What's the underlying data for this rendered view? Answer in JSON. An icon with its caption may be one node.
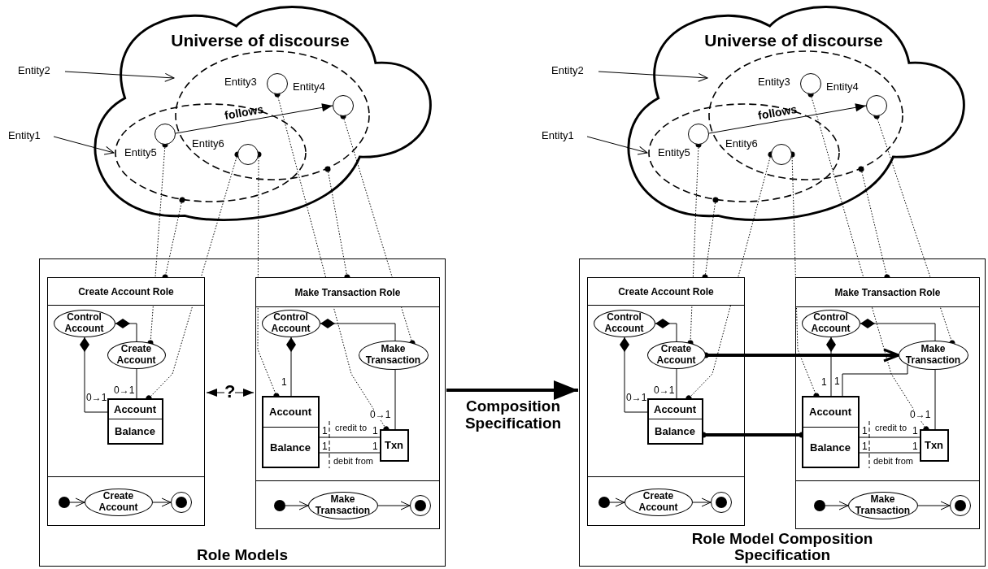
{
  "diagram": {
    "nodes": [
      {
        "text": [
          "Universe of discourse"
        ]
      },
      {
        "text": [
          "Entity2"
        ]
      },
      {
        "text": [
          "Entity1"
        ]
      },
      {
        "text": [],
        "shape": "ellipse",
        "in": 0
      },
      {
        "text": [],
        "shape": "ellipse",
        "in": 0
      },
      {
        "text": [],
        "shape": "circle",
        "beside": [
          "Entity3"
        ],
        "in": 3
      },
      {
        "text": [],
        "shape": "circle",
        "beside": [
          "Entity4"
        ],
        "in": 3
      },
      {
        "text": [],
        "shape": "circle",
        "beside": [
          "Entity5"
        ],
        "in": 4
      },
      {
        "text": [],
        "shape": "circle",
        "beside": [
          "Entity6"
        ]
      },
      {
        "text": [
          "Role Models"
        ]
      },
      {
        "text": [
          "Create Account Role"
        ],
        "in": 9
      },
      {
        "text": [
          "Control Account"
        ],
        "in": 10
      },
      {
        "text": [
          "Create Account"
        ],
        "in": 10
      },
      {
        "text": [
          "Account",
          "Balance"
        ],
        "in": 10
      },
      {
        "text": [],
        "shape": "circle",
        "in": 10
      },
      {
        "text": [
          "Create Account"
        ],
        "in": 10
      },
      {
        "text": [],
        "shape": "circle",
        "in": 10
      },
      {
        "text": [
          "Make Transaction Role"
        ],
        "in": 9
      },
      {
        "text": [
          "Control Account"
        ],
        "in": 17
      },
      {
        "text": [
          "Make Transaction"
        ],
        "in": 17
      },
      {
        "text": [
          "Account",
          "Balance"
        ],
        "in": 17
      },
      {
        "text": [
          "Txn"
        ],
        "in": 17
      },
      {
        "text": [],
        "shape": "circle",
        "in": 17
      },
      {
        "text": [
          "Make Transaction"
        ],
        "in": 17
      },
      {
        "text": [],
        "shape": "circle",
        "in": 17
      },
      {
        "text": [
          "Universe of discourse"
        ]
      },
      {
        "text": [
          "Entity2"
        ]
      },
      {
        "text": [
          "Entity1"
        ]
      },
      {
        "text": [],
        "shape": "ellipse",
        "in": 25
      },
      {
        "text": [],
        "shape": "ellipse",
        "in": 25
      },
      {
        "text": [],
        "shape": "circle",
        "beside": [
          "Entity3"
        ],
        "in": 28
      },
      {
        "text": [],
        "shape": "circle",
        "beside": [
          "Entity4"
        ],
        "in": 28
      },
      {
        "text": [],
        "shape": "circle",
        "beside": [
          "Entity5"
        ],
        "in": 29
      },
      {
        "text": [],
        "shape": "circle",
        "beside": [
          "Entity6"
        ]
      },
      {
        "text": [
          "Role Model Composition Specification"
        ]
      },
      {
        "text": [
          "Create Account Role"
        ],
        "in": 34
      },
      {
        "text": [
          "Control Account"
        ],
        "in": 35
      },
      {
        "text": [
          "Create Account"
        ],
        "in": 35
      },
      {
        "text": [
          "Account",
          "Balance"
        ],
        "in": 35
      },
      {
        "text": [],
        "shape": "circle",
        "in": 35
      },
      {
        "text": [
          "Create Account"
        ],
        "in": 35
      },
      {
        "text": [],
        "shape": "circle",
        "in": 35
      },
      {
        "text": [
          "Make Transaction Role"
        ],
        "in": 34
      },
      {
        "text": [
          "Control Account"
        ],
        "in": 42
      },
      {
        "text": [
          "Make Transaction"
        ],
        "in": 42
      },
      {
        "text": [
          "Account",
          "Balance"
        ],
        "in": 42
      },
      {
        "text": [
          "Txn"
        ],
        "in": 42
      },
      {
        "text": [],
        "shape": "circle",
        "in": 42
      },
      {
        "text": [
          "Make Transaction"
        ],
        "in": 42
      },
      {
        "text": [],
        "shape": "circle",
        "in": 42
      }
    ],
    "edges": [
      {
        "from": 1,
        "to": 3,
        "arrow": "to"
      },
      {
        "from": 2,
        "to": 4,
        "arrow": "to"
      },
      {
        "from": 7,
        "to": 6,
        "arrow": "to",
        "label": "follows"
      },
      {
        "from": 12,
        "to": 11,
        "arrow": "other"
      },
      {
        "from": 13,
        "to": 11,
        "arrow": "other",
        "label": "0→1"
      },
      {
        "from": 12,
        "to": 13,
        "arrow": "none",
        "label": "0→1"
      },
      {
        "from": 14,
        "to": 15,
        "arrow": "to"
      },
      {
        "from": 15,
        "to": 16,
        "arrow": "to"
      },
      {
        "from": 19,
        "to": 18,
        "arrow": "other"
      },
      {
        "from": 20,
        "to": 18,
        "arrow": "other",
        "label": "1"
      },
      {
        "from": 19,
        "to": 21,
        "arrow": "none",
        "label": "0→1"
      },
      {
        "from": 20,
        "to": 21,
        "arrow": "none",
        "label": "credit to"
      },
      {
        "from": 20,
        "to": 21,
        "arrow": "none",
        "label": "debit from"
      },
      {
        "from": 22,
        "to": 23,
        "arrow": "to"
      },
      {
        "from": 23,
        "to": 24,
        "arrow": "to"
      },
      {
        "from": 10,
        "to": 17,
        "arrow": "both",
        "label": "?"
      },
      {
        "from": 4,
        "to": 10,
        "arrow": "other",
        "style": "dashed"
      },
      {
        "from": 7,
        "to": 12,
        "arrow": "other",
        "style": "dashed"
      },
      {
        "from": 8,
        "to": 13,
        "arrow": "other",
        "style": "dashed"
      },
      {
        "from": 8,
        "to": 20,
        "arrow": "other",
        "style": "dashed"
      },
      {
        "from": 5,
        "to": 21,
        "arrow": "other",
        "style": "dashed"
      },
      {
        "from": 3,
        "to": 17,
        "arrow": "other",
        "style": "dashed"
      },
      {
        "from": 6,
        "to": 19,
        "arrow": "other",
        "style": "dashed"
      },
      {
        "from": 9,
        "to": 34,
        "arrow": "to",
        "label": "Composition Specification",
        "style": "thick"
      },
      {
        "from": 26,
        "to": 28,
        "arrow": "to"
      },
      {
        "from": 27,
        "to": 29,
        "arrow": "to"
      },
      {
        "from": 32,
        "to": 31,
        "arrow": "to",
        "label": "follows"
      },
      {
        "from": 37,
        "to": 36,
        "arrow": "other"
      },
      {
        "from": 38,
        "to": 36,
        "arrow": "other",
        "label": "0→1"
      },
      {
        "from": 37,
        "to": 38,
        "arrow": "none",
        "label": "0→1"
      },
      {
        "from": 39,
        "to": 40,
        "arrow": "to"
      },
      {
        "from": 40,
        "to": 41,
        "arrow": "to"
      },
      {
        "from": 44,
        "to": 43,
        "arrow": "other"
      },
      {
        "from": 45,
        "to": 43,
        "arrow": "other",
        "label": "1"
      },
      {
        "from": 44,
        "to": 46,
        "arrow": "none",
        "label": "0→1"
      },
      {
        "from": 45,
        "to": 46,
        "arrow": "none",
        "label": "credit to"
      },
      {
        "from": 45,
        "to": 46,
        "arrow": "none",
        "label": "debit from"
      },
      {
        "from": 47,
        "to": 48,
        "arrow": "to"
      },
      {
        "from": 48,
        "to": 49,
        "arrow": "to"
      },
      {
        "from": 29,
        "to": 35,
        "arrow": "other",
        "style": "dashed"
      },
      {
        "from": 32,
        "to": 37,
        "arrow": "other",
        "style": "dashed"
      },
      {
        "from": 33,
        "to": 38,
        "arrow": "other",
        "style": "dashed"
      },
      {
        "from": 33,
        "to": 45,
        "arrow": "other",
        "style": "dashed"
      },
      {
        "from": 30,
        "to": 46,
        "arrow": "other",
        "style": "dashed"
      },
      {
        "from": 28,
        "to": 42,
        "arrow": "other",
        "style": "dashed"
      },
      {
        "from": 31,
        "to": 44,
        "arrow": "other",
        "style": "dashed"
      },
      {
        "from": 37,
        "to": 44,
        "arrow": "to",
        "style": "thick"
      },
      {
        "from": 38,
        "to": 45,
        "arrow": "other",
        "style": "thick"
      },
      {
        "from": 45,
        "to": 44,
        "arrow": "none",
        "label": "1"
      }
    ],
    "labels": [
      "1",
      "1",
      "1",
      "1",
      "1",
      "1",
      "1",
      "1"
    ]
  }
}
